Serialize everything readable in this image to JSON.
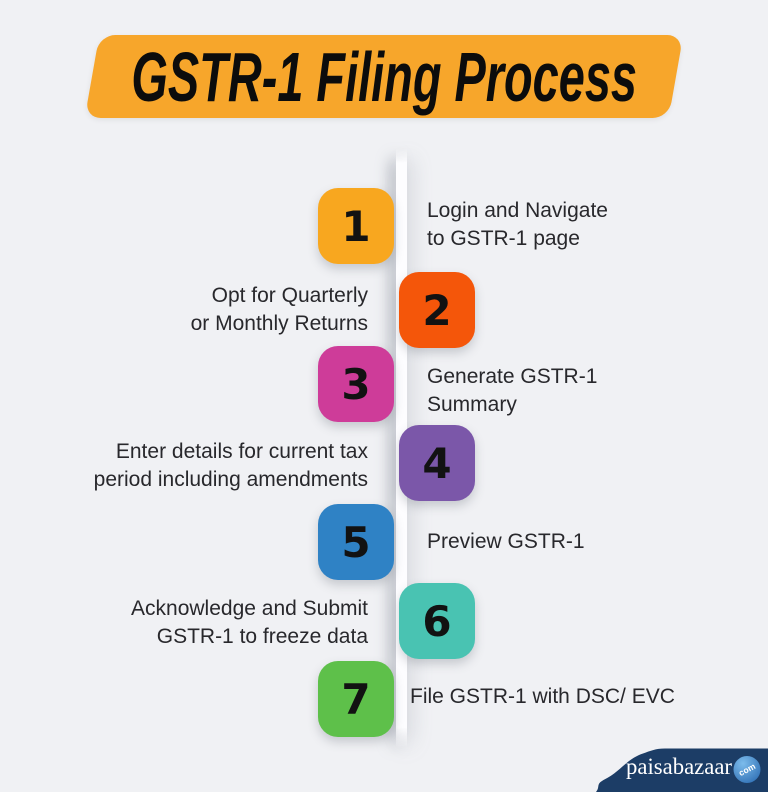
{
  "title": "GSTR-1 Filing Process",
  "steps": [
    {
      "number": "1",
      "label": "Login and Navigate\nto GSTR-1 page",
      "color": "#F8A71F",
      "side": "left"
    },
    {
      "number": "2",
      "label": "Opt for Quarterly\nor Monthly Returns",
      "color": "#F4560A",
      "side": "right"
    },
    {
      "number": "3",
      "label": "Generate GSTR-1\nSummary",
      "color": "#CE3C99",
      "side": "left"
    },
    {
      "number": "4",
      "label": "Enter details for current tax\nperiod including amendments",
      "color": "#7B57A9",
      "side": "right"
    },
    {
      "number": "5",
      "label": "Preview GSTR-1",
      "color": "#2F82C5",
      "side": "left"
    },
    {
      "number": "6",
      "label": "Acknowledge and Submit\nGSTR-1 to freeze data",
      "color": "#49C3B2",
      "side": "right"
    },
    {
      "number": "7",
      "label": "File GSTR-1 with DSC/ EVC",
      "color": "#5EC04A",
      "side": "left"
    }
  ],
  "footer": {
    "brand": "paisabazaar",
    "domain_suffix": "com"
  },
  "colors": {
    "background": "#F0F1F4",
    "banner": "#F7A62B",
    "title_text": "#0C0C0C",
    "label_text": "#28282C",
    "number_text": "#121212",
    "line": "#FDFDFF",
    "footer_bg": "#1C3D66",
    "footer_badge_light": "#7CBCEC",
    "footer_badge_dark": "#2F6FB4",
    "footer_text": "#FFFFFF"
  }
}
